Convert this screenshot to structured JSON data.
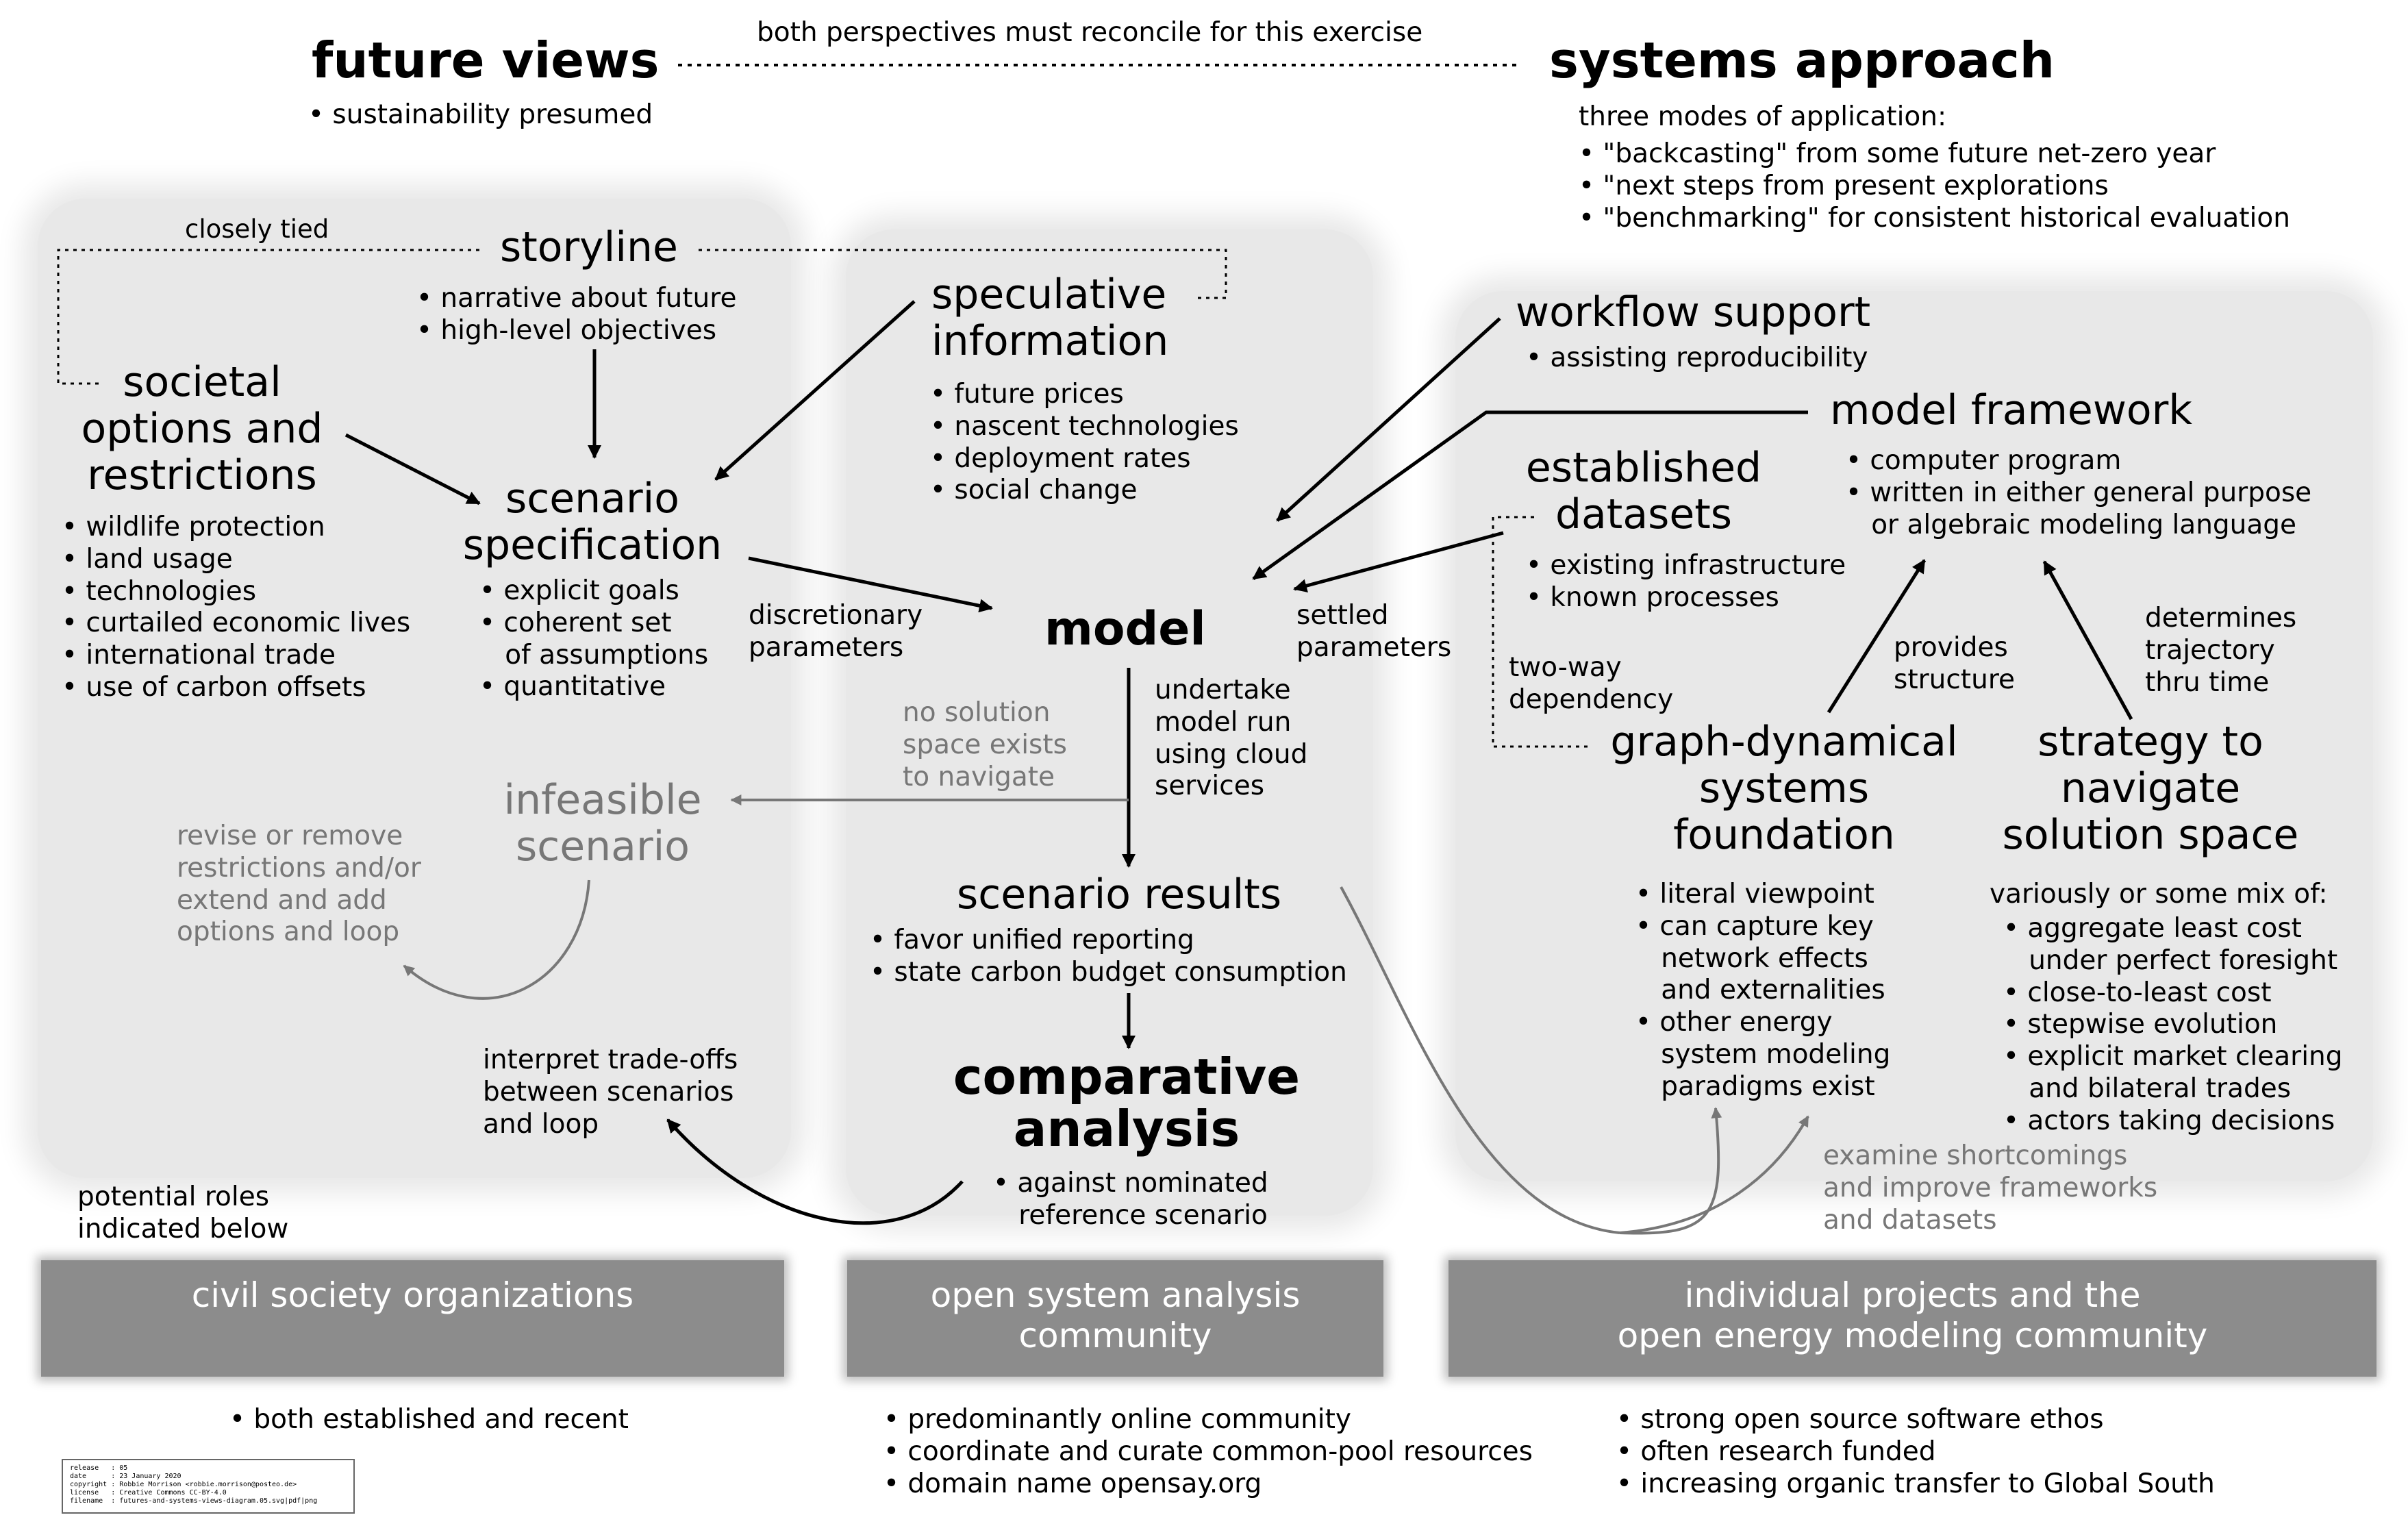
{
  "header": {
    "future_title": "future views",
    "future_bullet": "• sustainability presumed",
    "reconcile_note": "both perspectives must reconcile for this exercise",
    "systems_title": "systems approach",
    "systems_intro": "three modes of application:",
    "systems_modes": [
      "• \"backcasting\" from some future net-zero year",
      "• \"next steps from present explorations",
      "• \"benchmarking\" for consistent historical evaluation"
    ]
  },
  "left": {
    "closely_tied": "closely tied",
    "storyline_title": "storyline",
    "storyline_bullets": [
      "• narrative about future",
      "• high-level objectives"
    ],
    "societal_title": [
      "societal",
      "options and",
      "restrictions"
    ],
    "societal_bullets": [
      "• wildlife protection",
      "• land usage",
      "• technologies",
      "• curtailed economic lives",
      "• international trade",
      "• use of carbon offsets"
    ],
    "scenario_spec_title": [
      "scenario",
      "specification"
    ],
    "scenario_spec_bullets": [
      "• explicit goals",
      "• coherent set",
      "   of assumptions",
      "• quantitative"
    ],
    "infeasible_title": [
      "infeasible",
      "scenario"
    ],
    "revise_note": [
      "revise or remove",
      "restrictions and/or",
      "extend and add",
      "options and loop"
    ],
    "interpret_note": [
      "interpret trade-offs",
      "between scenarios",
      "and loop"
    ],
    "potential_roles": [
      "potential roles",
      "indicated below"
    ]
  },
  "center": {
    "speculative_title": [
      "speculative",
      "information"
    ],
    "speculative_bullets": [
      "• future prices",
      "• nascent technologies",
      "• deployment rates",
      "• social change"
    ],
    "discretionary": [
      "discretionary",
      "parameters"
    ],
    "model_title": "model",
    "settled": [
      "settled",
      "parameters"
    ],
    "no_solution": [
      "no solution",
      "space exists",
      "to navigate"
    ],
    "undertake": [
      "undertake",
      "model run",
      "using cloud",
      "services"
    ],
    "results_title": "scenario results",
    "results_bullets": [
      "• favor unified reporting",
      "• state carbon budget consumption"
    ],
    "comparative_title": [
      "comparative",
      "analysis"
    ],
    "comparative_bullets": [
      "• against nominated",
      "   reference scenario"
    ]
  },
  "right": {
    "workflow_title": "workflow support",
    "workflow_bullets": [
      "• assisting reproducibility"
    ],
    "framework_title": "model framework",
    "framework_bullets": [
      "• computer program",
      "• written in either general purpose",
      "   or algebraic modeling language"
    ],
    "datasets_title": [
      "established",
      "datasets"
    ],
    "datasets_bullets": [
      "• existing infrastructure",
      "• known processes"
    ],
    "two_way": [
      "two-way",
      "dependency"
    ],
    "provides": [
      "provides",
      "structure"
    ],
    "determines": [
      "determines",
      "trajectory",
      "thru time"
    ],
    "graph_title": [
      "graph-dynamical",
      "systems",
      "foundation"
    ],
    "graph_bullets": [
      "• literal viewpoint",
      "• can capture key",
      "   network effects",
      "   and externalities",
      "• other energy",
      "   system modeling",
      "   paradigms exist"
    ],
    "strategy_title": [
      "strategy to",
      "navigate",
      "solution space"
    ],
    "strategy_intro": "variously or some mix of:",
    "strategy_bullets": [
      "• aggregate least cost",
      "   under perfect foresight",
      "• close-to-least cost",
      "• stepwise evolution",
      "• explicit market clearing",
      "   and bilateral trades",
      "• actors taking decisions"
    ],
    "examine_note": [
      "examine shortcomings",
      "and improve frameworks",
      "and datasets"
    ]
  },
  "bands": {
    "civil": [
      "civil society organizations"
    ],
    "open_system": [
      "open system analysis",
      "community"
    ],
    "individual": [
      "individual projects and the",
      "open energy modeling community"
    ]
  },
  "footer": {
    "civil_bullets": [
      "• both established and recent"
    ],
    "open_system_bullets": [
      "• predominantly online community",
      "• coordinate and curate common-pool resources",
      "• domain name opensay.org"
    ],
    "individual_bullets": [
      "• strong open source software ethos",
      "• often research funded",
      "• increasing organic transfer to Global South"
    ]
  },
  "metadata": {
    "lines": [
      "release   : 05",
      "date      : 23 January 2020",
      "copyright : Robbie Morrison <robbie.morrison@posteo.de>",
      "license   : Creative Commons CC-BY-4.0",
      "filename  : futures-and-systems-views-diagram.05.svg|pdf|png"
    ]
  },
  "colors": {
    "panel": "#e8e8e8",
    "band": "#8c8c8c",
    "grey_text": "#777777"
  }
}
